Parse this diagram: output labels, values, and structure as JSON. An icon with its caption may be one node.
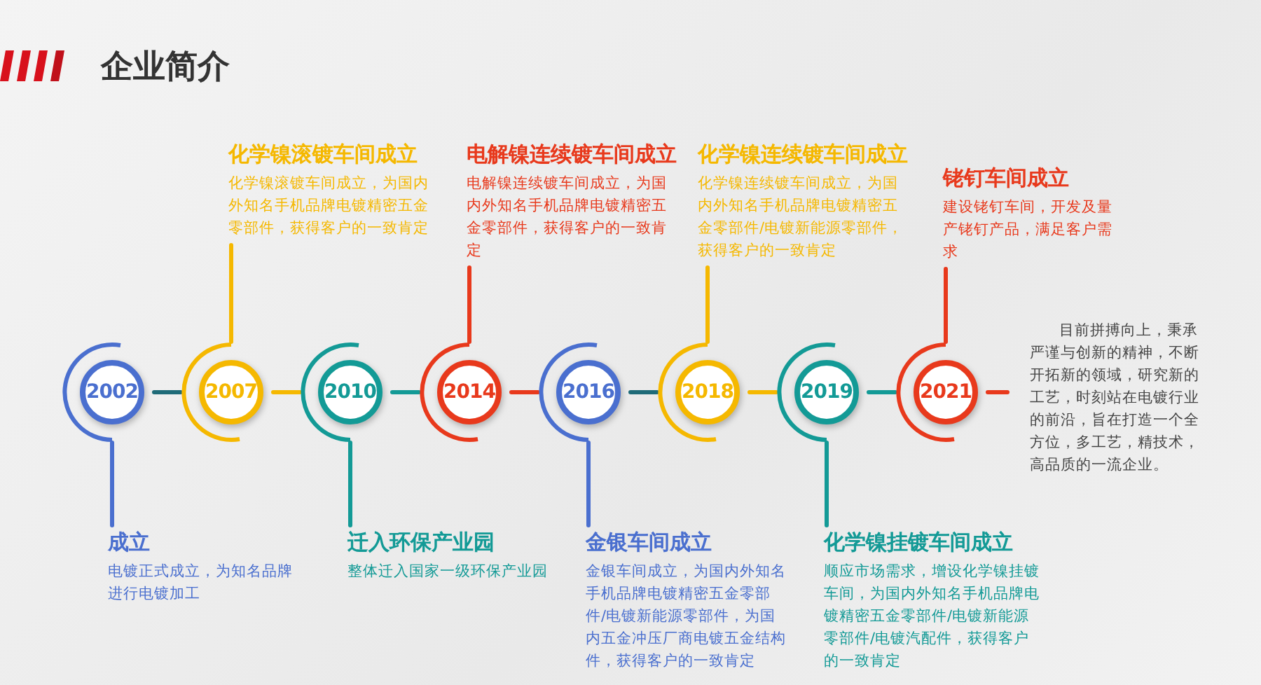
{
  "diagram": {
    "title": "企业简介",
    "nodes": [
      {
        "text": [
          "2002"
        ]
      },
      {
        "text": [
          "2007"
        ]
      },
      {
        "text": [
          "2010"
        ]
      },
      {
        "text": [
          "2014"
        ]
      },
      {
        "text": [
          "2016"
        ]
      },
      {
        "text": [
          "2018"
        ]
      },
      {
        "text": [
          "2019"
        ]
      },
      {
        "text": [
          "2021"
        ]
      },
      {
        "text": [
          "成立",
          "电镀正式成立，为知名品牌进行电镀加工"
        ]
      },
      {
        "text": [
          "化学镍滚镀车间成立",
          "化学镍滚镀车间成立，为国内外知名手机品牌电镀精密五金零部件，获得客户的一致肯定"
        ]
      },
      {
        "text": [
          "迁入环保产业园",
          "整体迁入国家一级环保产业园"
        ]
      },
      {
        "text": [
          "电解镍连续镀车间成立",
          "电解镍连续镀车间成立，为国内外知名手机品牌电镀精密五金零部件，获得客户的一致肯定"
        ]
      },
      {
        "text": [
          "金银车间成立",
          "金银车间成立，为国内外知名手机品牌电镀精密五金零部件/电镀新能源零部件，为国内五金冲压厂商电镀五金结构件，获得客户的一致肯定"
        ]
      },
      {
        "text": [
          "化学镍连续镀车间成立",
          "化学镍连续镀车间成立，为国内外知名手机品牌电镀精密五金零部件/电镀新能源零部件，获得客户的一致肯定"
        ]
      },
      {
        "text": [
          "化学镍挂镀车间成立",
          "顺应市场需求，增设化学镍挂镀车间，为国内外知名手机品牌电镀精密五金零部件/电镀新能源零部件/电镀汽配件，获得客户的一致肯定"
        ]
      },
      {
        "text": [
          "铑钉车间成立",
          "建设铑钉车间，开发及量产铑钉产品，满足客户需求"
        ]
      }
    ],
    "edges": [
      {
        "from": 0,
        "to": 1,
        "arrow": "none",
        "color": "#1f6b78"
      },
      {
        "from": 1,
        "to": 2,
        "arrow": "none",
        "color": "#f5b800"
      },
      {
        "from": 2,
        "to": 3,
        "arrow": "none",
        "color": "#139a96"
      },
      {
        "from": 3,
        "to": 4,
        "arrow": "none",
        "color": "#e8391c"
      },
      {
        "from": 4,
        "to": 5,
        "arrow": "none",
        "color": "#1f6b78"
      },
      {
        "from": 5,
        "to": 6,
        "arrow": "none",
        "color": "#f5b800"
      },
      {
        "from": 6,
        "to": 7,
        "arrow": "none",
        "color": "#139a96"
      },
      {
        "from": 7,
        "to": null,
        "arrow": "none",
        "color": "#e8391c"
      },
      {
        "from": 0,
        "to": 8,
        "arrow": "none",
        "color": "#4a6fcf"
      },
      {
        "from": 1,
        "to": 9,
        "arrow": "none",
        "color": "#f5b800"
      },
      {
        "from": 2,
        "to": 10,
        "arrow": "none",
        "color": "#139a96"
      },
      {
        "from": 3,
        "to": 11,
        "arrow": "none",
        "color": "#e8391c"
      },
      {
        "from": 4,
        "to": 12,
        "arrow": "none",
        "color": "#4a6fcf"
      },
      {
        "from": 5,
        "to": 13,
        "arrow": "none",
        "color": "#f5b800"
      },
      {
        "from": 6,
        "to": 14,
        "arrow": "none",
        "color": "#139a96"
      },
      {
        "from": 7,
        "to": 15,
        "arrow": "none",
        "color": "#e8391c"
      }
    ],
    "labels": [
      "目前拼搏向上，秉承严谨与创新的精神，不断开拓新的领域，研究新的工艺，时刻站在电镀行业的前沿，旨在打造一个全方位，多工艺，精技术，高品质的一流企业。"
    ]
  }
}
